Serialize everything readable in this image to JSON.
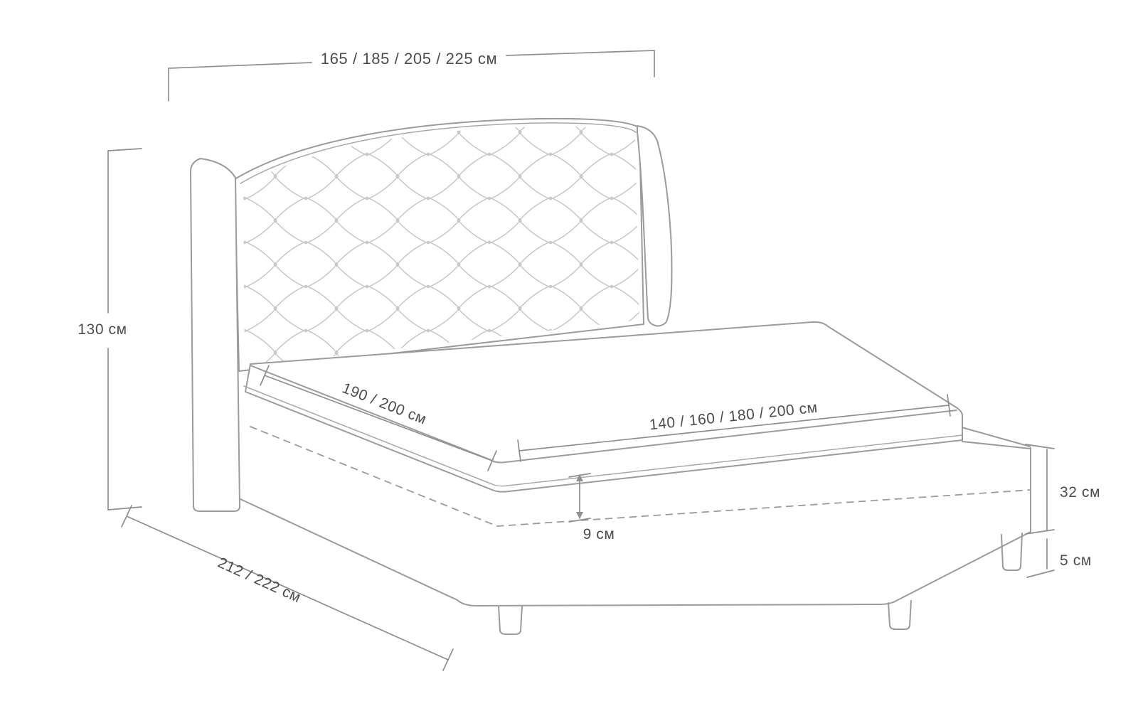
{
  "diagram": {
    "unit": "см",
    "colors": {
      "background": "#ffffff",
      "bed_line": "#9b9b9b",
      "tuft_line": "#c6c6c6",
      "dimension_line": "#8f8f8f",
      "label_text": "#4c4c4c"
    },
    "dims": {
      "headboard_width": "165 / 185 / 205 / 225 см",
      "overall_height": "130 см",
      "mattress_length": "190 / 200 см",
      "mattress_width": "140 / 160 / 180 / 200 см",
      "mattress_platform_depth": "9 см",
      "base_height": "32 см",
      "leg_height": "5 см",
      "overall_length": "212 / 222 см"
    }
  }
}
